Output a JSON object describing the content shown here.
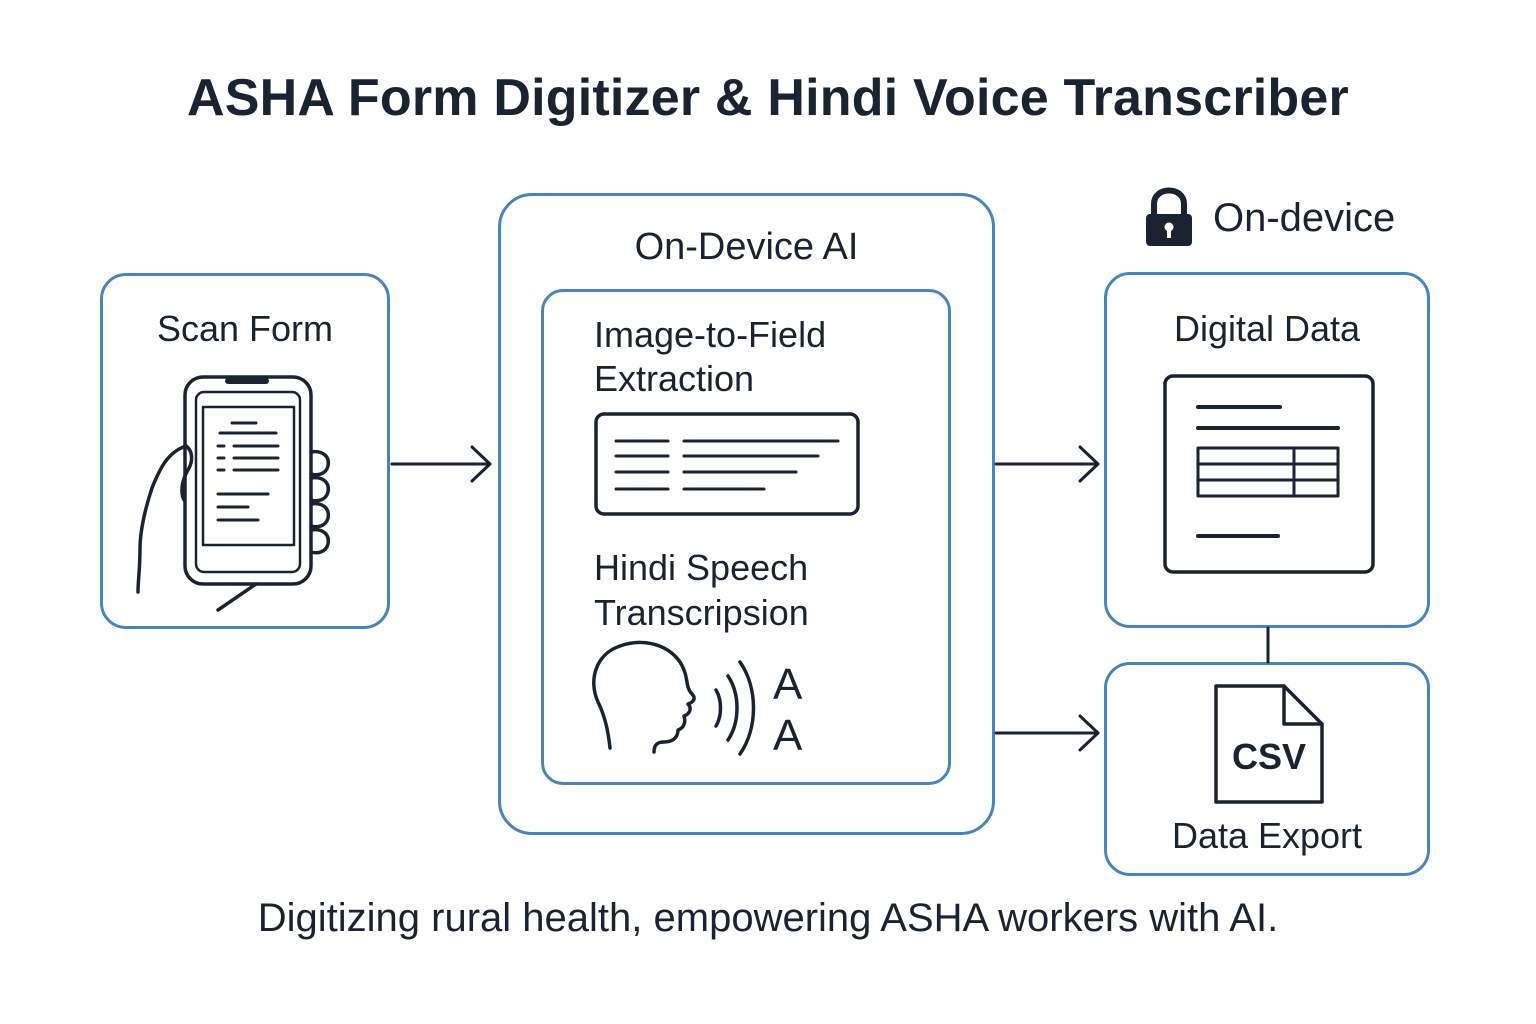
{
  "title": "ASHA Form Digitizer & Hindi Voice Transcriber",
  "scan": {
    "label": "Scan Form"
  },
  "ai": {
    "heading": "On-Device AI",
    "step1": [
      "Image-to-Field",
      "Extraction"
    ],
    "step2": [
      "Hindi Speech",
      "Transcripsion"
    ],
    "glyph": "A"
  },
  "secure": {
    "label": "On-device"
  },
  "digital": {
    "label": "Digital Data"
  },
  "export": {
    "label": "Data Export",
    "file": "CSV"
  },
  "footer": "Digitizing rural health, empowering ASHA workers with AI.",
  "colors": {
    "box_border": "#4a84b8",
    "ink": "#1b2230"
  }
}
